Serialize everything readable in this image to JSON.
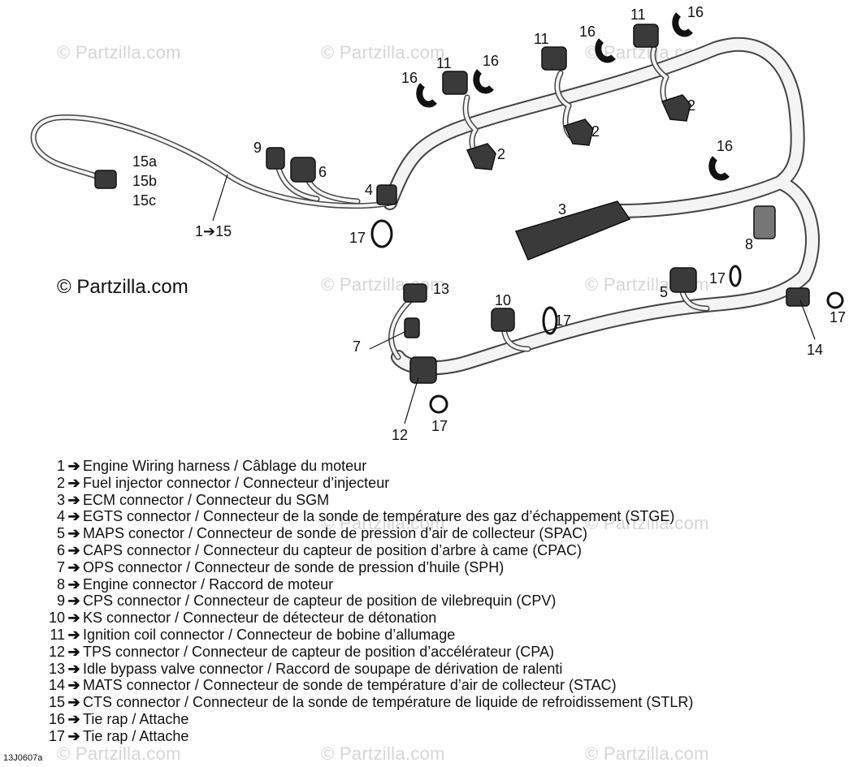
{
  "watermark": "© Partzilla.com",
  "copyright": "© Partzilla.com",
  "figure_id": "13J0607a",
  "arrow": "➔",
  "callouts": {
    "c1_15": "1➔15",
    "c15a": "15a",
    "c15b": "15b",
    "c15c": "15c",
    "c2": "2",
    "c3": "3",
    "c4": "4",
    "c5": "5",
    "c6": "6",
    "c7": "7",
    "c8": "8",
    "c9": "9",
    "c10": "10",
    "c11": "11",
    "c12": "12",
    "c13": "13",
    "c14": "14",
    "c16": "16",
    "c17": "17"
  },
  "legend": [
    {
      "num": "1",
      "text": "Engine Wiring harness / Câblage du moteur"
    },
    {
      "num": "2",
      "text": "Fuel injector connector / Connecteur d’injecteur"
    },
    {
      "num": "3",
      "text": "ECM connector / Connecteur du SGM"
    },
    {
      "num": "4",
      "text": "EGTS connector / Connecteur de la sonde de température des gaz d’échappement (STGE)"
    },
    {
      "num": "5",
      "text": "MAPS conector / Connecteur de sonde de pression d’air de collecteur (SPAC)"
    },
    {
      "num": "6",
      "text": "CAPS connector / Connecteur du capteur de position d’arbre à came (CPAC)"
    },
    {
      "num": "7",
      "text": "OPS connector / Connecteur de sonde de pression d’huile (SPH)"
    },
    {
      "num": "8",
      "text": "Engine connector / Raccord de moteur"
    },
    {
      "num": "9",
      "text": "CPS connector / Connecteur de capteur de position de vilebrequin (CPV)"
    },
    {
      "num": "10",
      "text": "KS connector / Connecteur de détecteur de détonation"
    },
    {
      "num": "11",
      "text": "Ignition coil connector / Connecteur de bobine d’allumage"
    },
    {
      "num": "12",
      "text": "TPS connector / Connecteur de capteur de position d’accélérateur (CPA)"
    },
    {
      "num": "13",
      "text": "Idle bypass valve connector / Raccord de soupape de dérivation de ralenti"
    },
    {
      "num": "14",
      "text": "MATS connector / Connecteur de sonde de température d’air de collecteur (STAC)"
    },
    {
      "num": "15",
      "text": "CTS connector / Connecteur de la sonde de température de liquide de refroidissement (STLR)"
    },
    {
      "num": "16",
      "text": "Tie rap / Attache"
    },
    {
      "num": "17",
      "text": "Tie rap / Attache"
    }
  ]
}
